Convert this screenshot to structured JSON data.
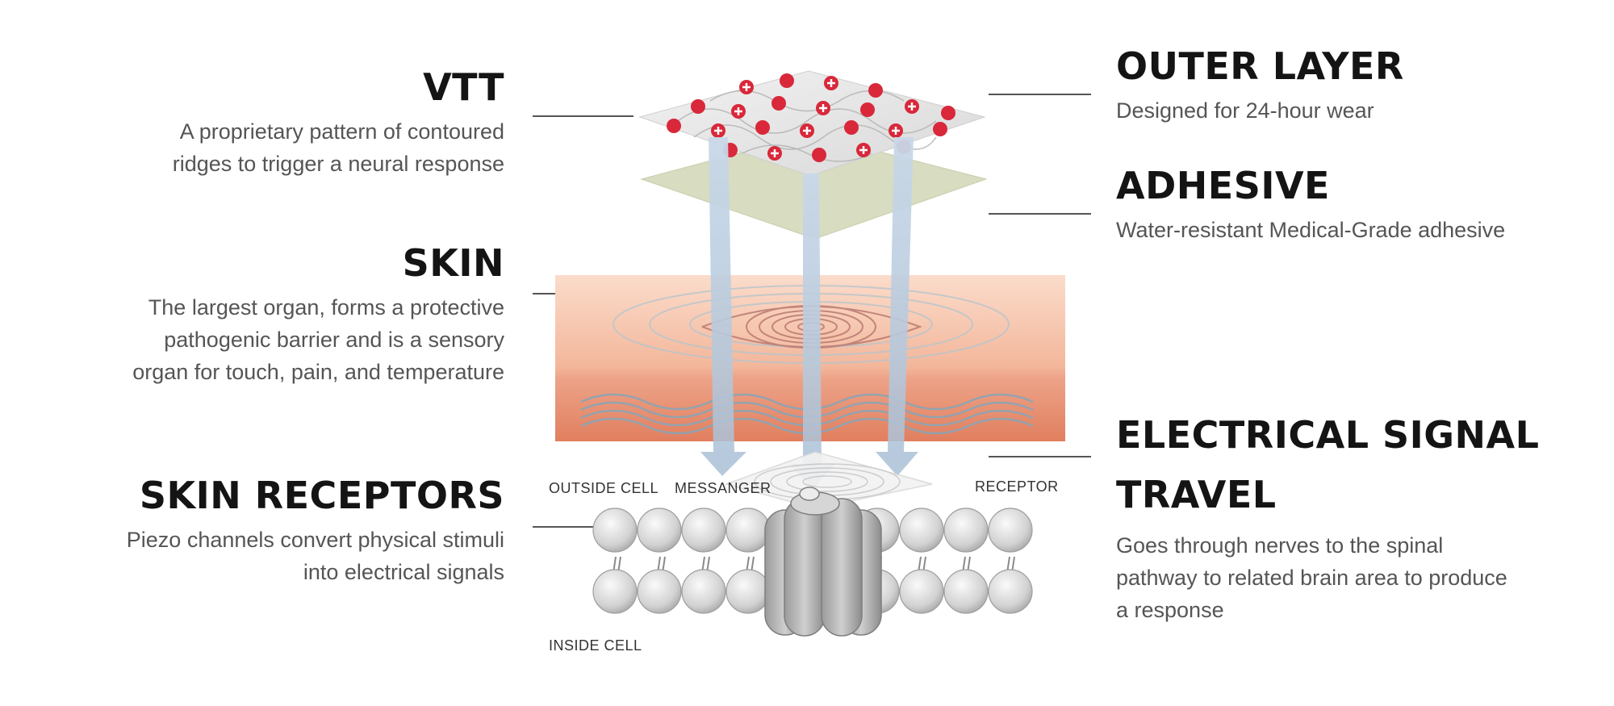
{
  "left": {
    "vtt": {
      "title": "VTT",
      "lines": [
        "A proprietary pattern of contoured",
        "ridges to trigger a neural response"
      ]
    },
    "skin": {
      "title": "SKIN",
      "lines": [
        "The largest organ, forms a protective",
        "pathogenic barrier and is a sensory",
        "organ for touch, pain, and temperature"
      ]
    },
    "receptors": {
      "title": "SKIN RECEPTORS",
      "lines": [
        "Piezo channels convert physical stimuli",
        "into electrical signals"
      ]
    }
  },
  "right": {
    "outer": {
      "title": "OUTER LAYER",
      "lines": [
        "Designed for 24-hour wear"
      ]
    },
    "adhesive": {
      "title": "ADHESIVE",
      "lines": [
        "Water-resistant Medical-Grade adhesive"
      ]
    },
    "electrical": {
      "title_lines": [
        "ELECTRICAL SIGNAL",
        "TRAVEL"
      ],
      "lines": [
        "Goes through nerves to the spinal",
        "pathway to related brain area to produce",
        "a response"
      ]
    }
  },
  "cell_labels": {
    "outside": "OUTSIDE CELL",
    "messenger": "MESSANGER",
    "receptor": "RECEPTOR",
    "inside": "INSIDE CELL"
  },
  "colors": {
    "patch_red": "#d8283a",
    "patch_gray": "#e6e6e6",
    "adhesive": "#d8dcc0",
    "skin_top": "#fbdcca",
    "skin_bottom": "#e4886a",
    "arrow": "#9fb8cf",
    "bead": "#dadada"
  }
}
